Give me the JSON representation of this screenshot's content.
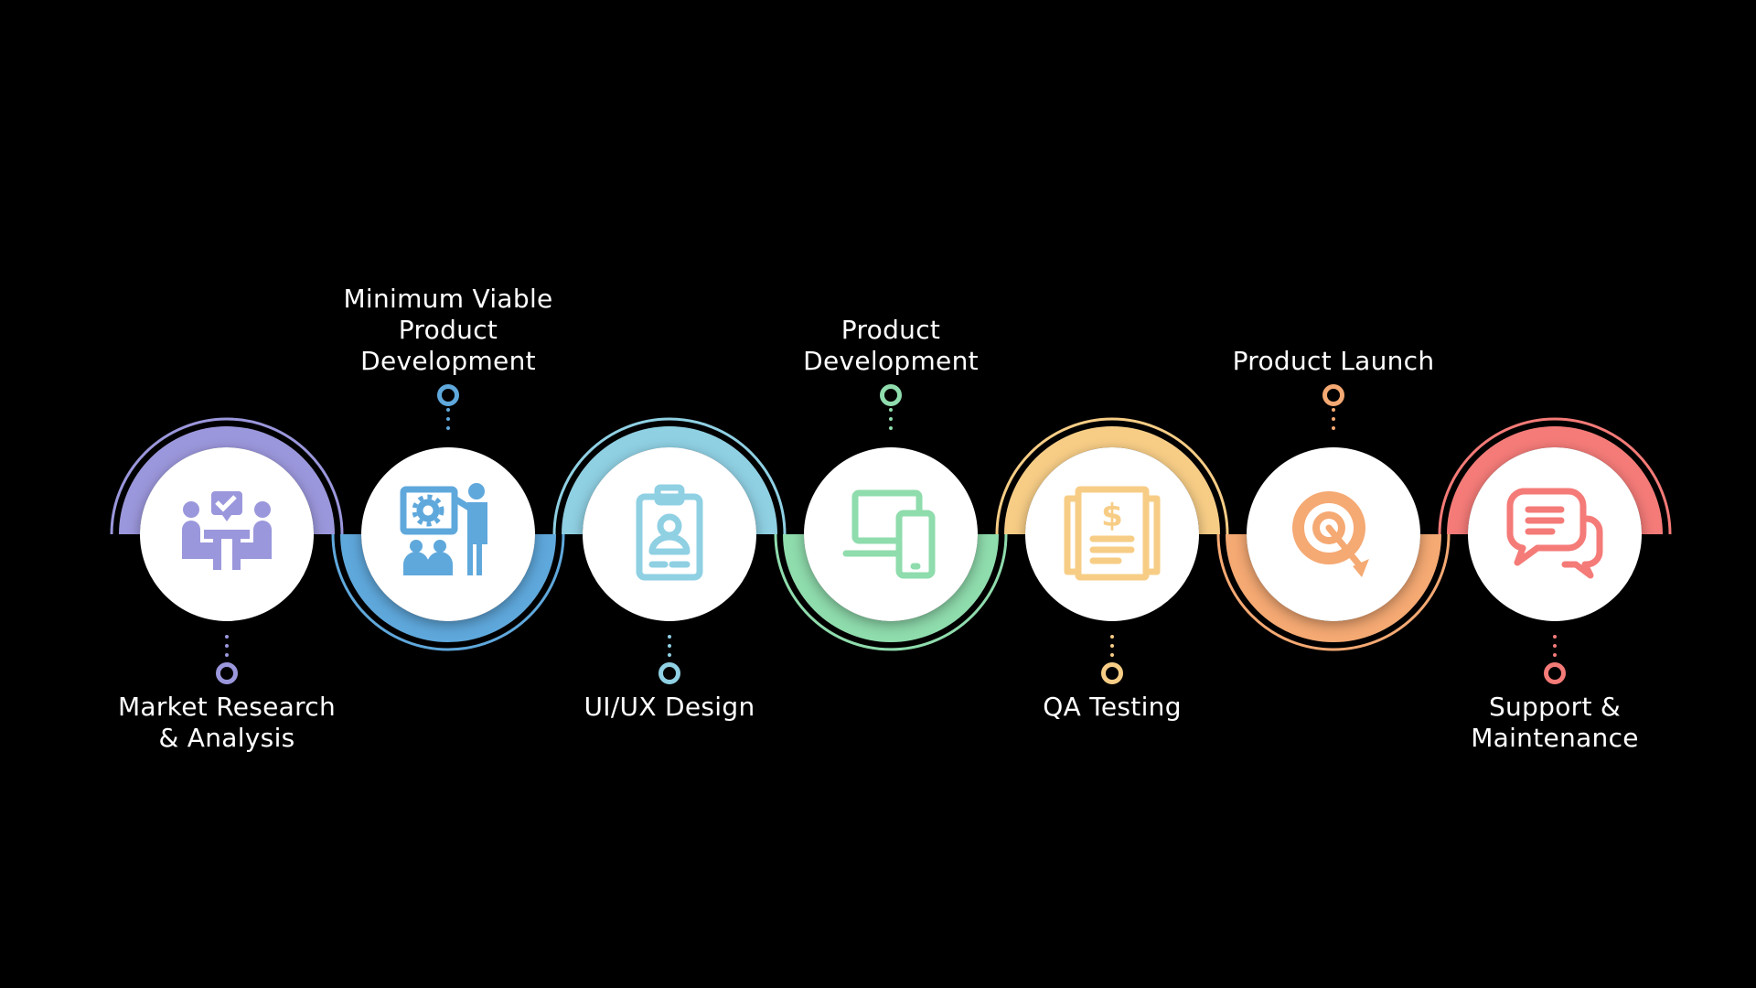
{
  "steps": [
    {
      "label": "Market Research\n& Analysis",
      "color": "#9b97dc",
      "icon": "team-meeting-icon",
      "position": "bottom"
    },
    {
      "label": "Minimum Viable\nProduct\nDevelopment",
      "color": "#5fa8dc",
      "icon": "presentation-icon",
      "position": "top"
    },
    {
      "label": "UI/UX Design",
      "color": "#8fd0e3",
      "icon": "id-badge-icon",
      "position": "bottom"
    },
    {
      "label": "Product\nDevelopment",
      "color": "#8fdcad",
      "icon": "devices-icon",
      "position": "top"
    },
    {
      "label": "QA Testing",
      "color": "#f7cd86",
      "icon": "invoice-icon",
      "position": "bottom"
    },
    {
      "label": "Product Launch",
      "color": "#f5a973",
      "icon": "target-icon",
      "position": "top"
    },
    {
      "label": "Support &\nMaintenance",
      "color": "#f47b78",
      "icon": "chat-bubbles-icon",
      "position": "bottom"
    }
  ]
}
